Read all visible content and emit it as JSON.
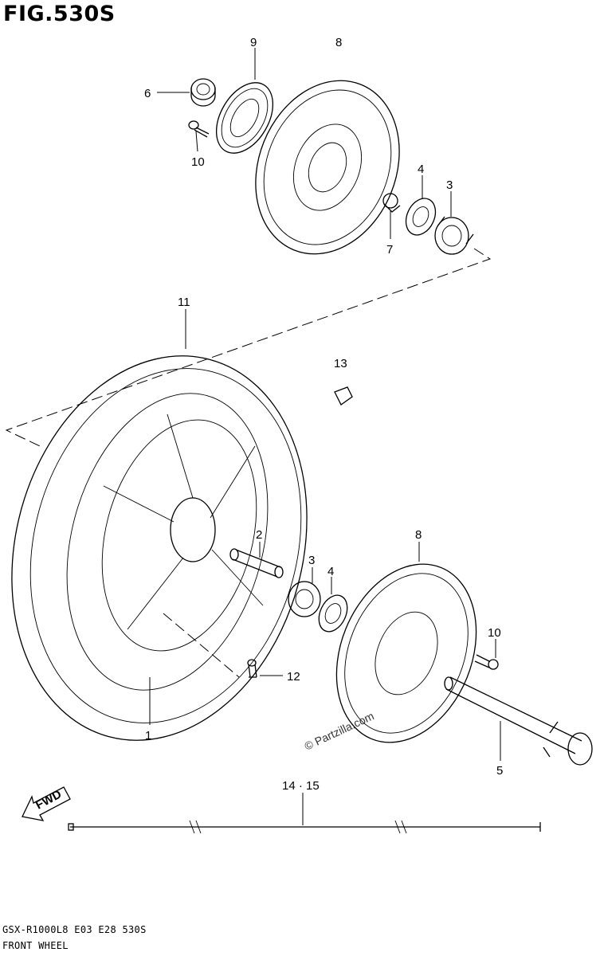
{
  "figure": {
    "title": "FIG.530S",
    "model_line": "GSX-R1000L8  E03  E28  530S",
    "section_name": "FRONT WHEEL",
    "watermark": "© Partzilla.com",
    "fwd_label": "FWD"
  },
  "callouts": [
    {
      "id": "c9",
      "label": "9"
    },
    {
      "id": "c8a",
      "label": "8"
    },
    {
      "id": "c6",
      "label": "6"
    },
    {
      "id": "c10a",
      "label": "10"
    },
    {
      "id": "c4a",
      "label": "4"
    },
    {
      "id": "c3a",
      "label": "3"
    },
    {
      "id": "c7",
      "label": "7"
    },
    {
      "id": "c11",
      "label": "11"
    },
    {
      "id": "c13",
      "label": "13"
    },
    {
      "id": "c2",
      "label": "2"
    },
    {
      "id": "c3b",
      "label": "3"
    },
    {
      "id": "c4b",
      "label": "4"
    },
    {
      "id": "c8b",
      "label": "8"
    },
    {
      "id": "c10b",
      "label": "10"
    },
    {
      "id": "c12",
      "label": "12"
    },
    {
      "id": "c1",
      "label": "1"
    },
    {
      "id": "c5",
      "label": "5"
    },
    {
      "id": "c1415",
      "label": "14 · 15"
    }
  ]
}
